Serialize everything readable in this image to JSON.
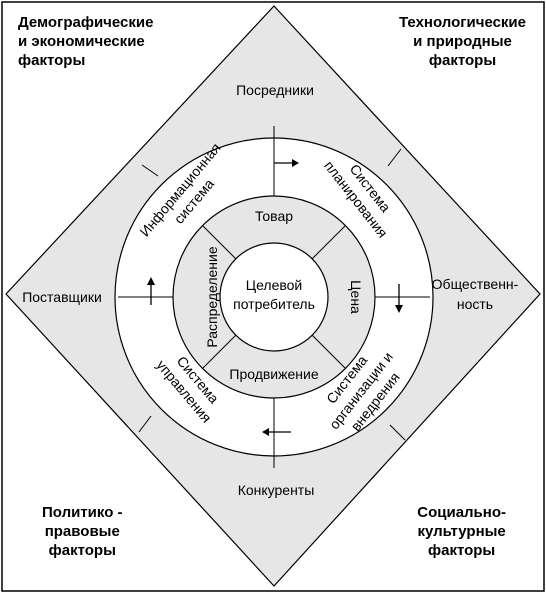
{
  "corners": {
    "top_left": "Демографические\nи экономические\nфакторы",
    "top_right": "Технологические\nи природные\nфакторы",
    "bottom_left": "Политико -\nправовые\nфакторы",
    "bottom_right": "Социально-\nкультурные\nфакторы"
  },
  "diamond": {
    "top": "Посредники",
    "left": "Поставщики",
    "right_line1": "Общественн-",
    "right_line2": "ность",
    "bottom": "Конкуренты"
  },
  "systems": {
    "info_line1": "Информационная",
    "info_line2": "система",
    "plan_line1": "Система",
    "plan_line2": "планирования",
    "control_line1": "Система",
    "control_line2": "управления",
    "org_line1": "Система",
    "org_line2": "организации и",
    "org_line3": "внедрения"
  },
  "marketing_mix": {
    "product": "Товар",
    "price": "Цена",
    "promotion": "Продвижение",
    "distribution": "Распределение"
  },
  "center": {
    "line1": "Целевой",
    "line2": "потребитель"
  },
  "colors": {
    "diamond_fill": "#e6e6e6",
    "ring_fill": "#ffffff",
    "stroke": "#000000",
    "frame": "#000000"
  }
}
